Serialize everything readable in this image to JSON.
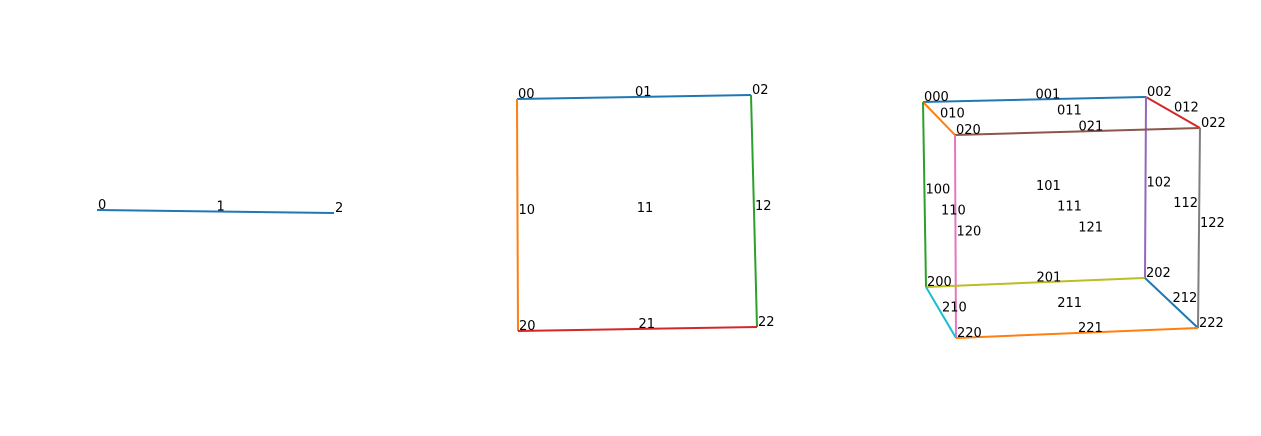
{
  "panels": [
    {
      "labels": [
        "0",
        "1",
        "2"
      ],
      "edges": [
        {
          "from": "0",
          "to": "2",
          "color": "#1f77b4"
        }
      ]
    },
    {
      "labels": [
        "00",
        "01",
        "02",
        "10",
        "11",
        "12",
        "20",
        "21",
        "22"
      ],
      "edges": [
        {
          "from": "00",
          "to": "02",
          "color": "#1f77b4"
        },
        {
          "from": "00",
          "to": "20",
          "color": "#ff7f0e"
        },
        {
          "from": "02",
          "to": "22",
          "color": "#2ca02c"
        },
        {
          "from": "20",
          "to": "22",
          "color": "#d62728"
        }
      ]
    },
    {
      "labels": [
        "000",
        "001",
        "002",
        "010",
        "011",
        "012",
        "020",
        "021",
        "022",
        "100",
        "101",
        "102",
        "110",
        "111",
        "112",
        "120",
        "121",
        "122",
        "200",
        "201",
        "202",
        "210",
        "211",
        "212",
        "220",
        "221",
        "222"
      ],
      "edges": [
        {
          "from": "000",
          "to": "002",
          "color": "#1f77b4"
        },
        {
          "from": "000",
          "to": "020",
          "color": "#ff7f0e"
        },
        {
          "from": "000",
          "to": "200",
          "color": "#2ca02c"
        },
        {
          "from": "002",
          "to": "022",
          "color": "#d62728"
        },
        {
          "from": "002",
          "to": "202",
          "color": "#9467bd"
        },
        {
          "from": "020",
          "to": "022",
          "color": "#8c564b"
        },
        {
          "from": "020",
          "to": "220",
          "color": "#e377c2"
        },
        {
          "from": "022",
          "to": "222",
          "color": "#7f7f7f"
        },
        {
          "from": "200",
          "to": "202",
          "color": "#bcbd22"
        },
        {
          "from": "200",
          "to": "220",
          "color": "#17becf"
        },
        {
          "from": "202",
          "to": "222",
          "color": "#1f77b4"
        },
        {
          "from": "220",
          "to": "222",
          "color": "#ff7f0e"
        }
      ]
    }
  ]
}
